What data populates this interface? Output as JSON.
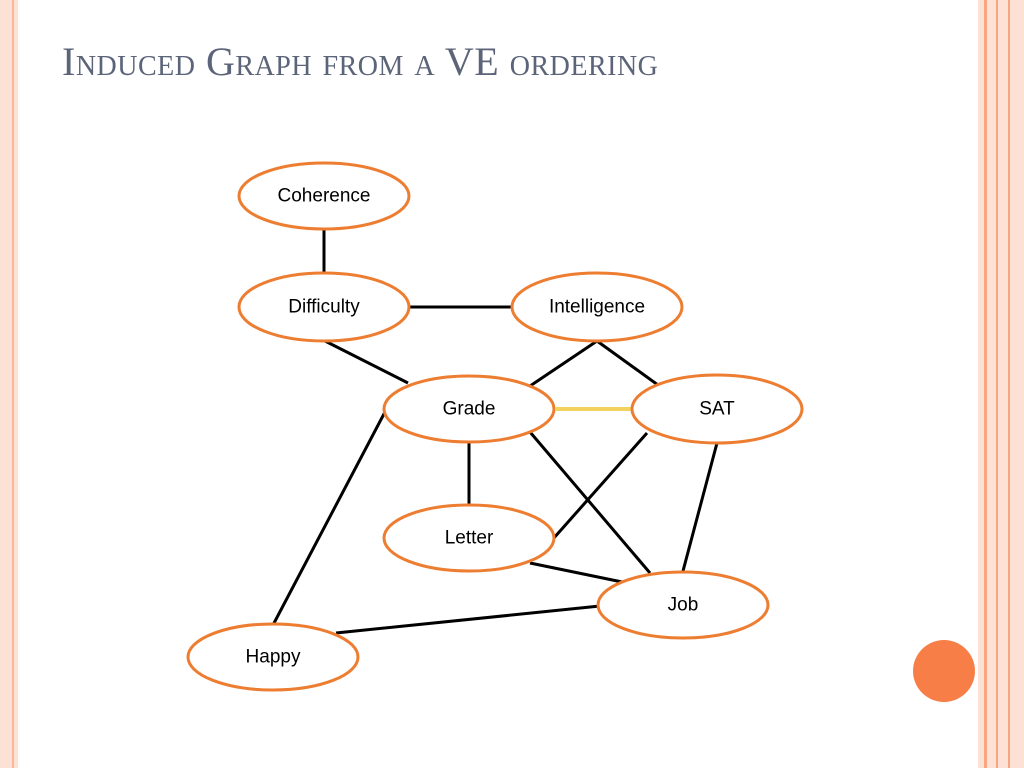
{
  "slide": {
    "title": "Induced Graph from a VE ordering",
    "colors": {
      "accent": "#ed7d31",
      "title": "#5b6478",
      "induced_edge": "#f2d25e",
      "decor": "#f77e46"
    }
  },
  "graph": {
    "nodes": [
      {
        "id": "coherence",
        "label": "Coherence"
      },
      {
        "id": "difficulty",
        "label": "Difficulty"
      },
      {
        "id": "intelligence",
        "label": "Intelligence"
      },
      {
        "id": "grade",
        "label": "Grade"
      },
      {
        "id": "sat",
        "label": "SAT"
      },
      {
        "id": "letter",
        "label": "Letter"
      },
      {
        "id": "job",
        "label": "Job"
      },
      {
        "id": "happy",
        "label": "Happy"
      }
    ],
    "edges": [
      {
        "from": "coherence",
        "to": "difficulty",
        "induced": false
      },
      {
        "from": "difficulty",
        "to": "intelligence",
        "induced": false
      },
      {
        "from": "difficulty",
        "to": "grade",
        "induced": false
      },
      {
        "from": "intelligence",
        "to": "grade",
        "induced": false
      },
      {
        "from": "intelligence",
        "to": "sat",
        "induced": false
      },
      {
        "from": "grade",
        "to": "sat",
        "induced": true
      },
      {
        "from": "grade",
        "to": "letter",
        "induced": false
      },
      {
        "from": "grade",
        "to": "job",
        "induced": false
      },
      {
        "from": "grade",
        "to": "happy",
        "induced": false
      },
      {
        "from": "sat",
        "to": "letter",
        "induced": false
      },
      {
        "from": "sat",
        "to": "job",
        "induced": false
      },
      {
        "from": "letter",
        "to": "job",
        "induced": false
      },
      {
        "from": "job",
        "to": "happy",
        "induced": false
      }
    ]
  }
}
